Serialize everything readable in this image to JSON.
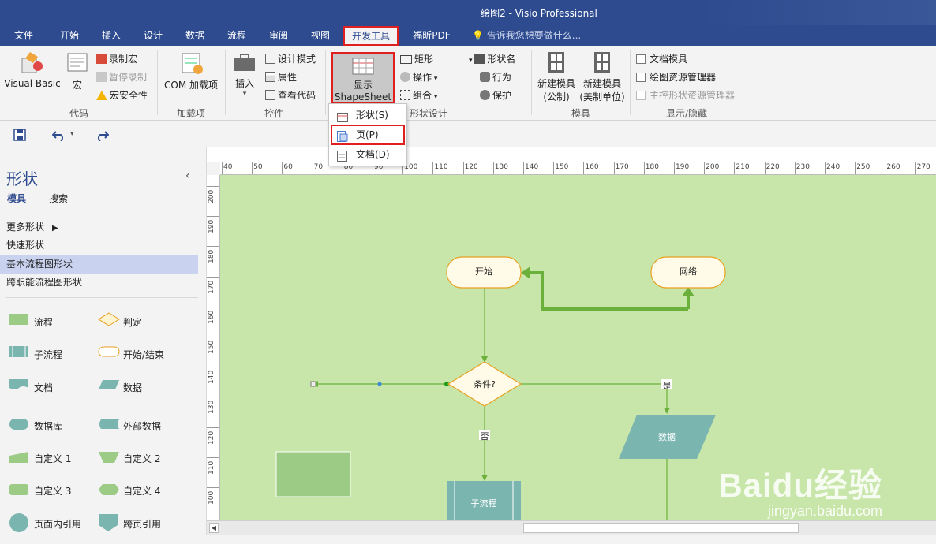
{
  "window": {
    "title": "绘图2 - Visio Professional"
  },
  "menu": {
    "tabs": [
      "文件",
      "开始",
      "插入",
      "设计",
      "数据",
      "流程",
      "审阅",
      "视图",
      "开发工具",
      "福昕PDF"
    ],
    "active_tab": "开发工具",
    "tell_me": "告诉我您想要做什么..."
  },
  "ribbon": {
    "code": {
      "label": "代码",
      "visual_basic": "Visual Basic",
      "macros": "宏",
      "record_macro": "录制宏",
      "pause_recording": "暂停录制",
      "macro_security": "宏安全性"
    },
    "addins": {
      "label": "加载项",
      "com_addins": "COM 加载项"
    },
    "controls": {
      "label": "控件",
      "insert": "插入",
      "design_mode": "设计模式",
      "properties": "属性",
      "view_code": "查看代码"
    },
    "shape_design": {
      "label": "形状设计",
      "show_shapesheet_1": "显示",
      "show_shapesheet_2": "ShapeSheet",
      "rectangle": "矩形",
      "operations": "操作",
      "group": "组合",
      "shape_name": "形状名",
      "behavior": "行为",
      "protection": "保护"
    },
    "stencil": {
      "label": "模具",
      "new_metric_1": "新建模具",
      "new_metric_2": "(公制)",
      "new_us_1": "新建模具",
      "new_us_2": "(美制单位)"
    },
    "show_hide": {
      "label": "显示/隐藏",
      "document_stencil": "文档模具",
      "drawing_explorer": "绘图资源管理器",
      "master_explorer": "主控形状资源管理器"
    }
  },
  "dropdown": {
    "items": [
      "形状(S)",
      "页(P)",
      "文档(D)"
    ]
  },
  "shapes_pane": {
    "title": "形状",
    "tabs": [
      "模具",
      "搜索"
    ],
    "categories": [
      "更多形状",
      "快速形状",
      "基本流程图形状",
      "跨职能流程图形状"
    ],
    "selected_category": "基本流程图形状",
    "items": [
      "流程",
      "判定",
      "子流程",
      "开始/结束",
      "文档",
      "数据",
      "数据库",
      "外部数据",
      "自定义 1",
      "自定义 2",
      "自定义 3",
      "自定义 4",
      "页面内引用",
      "跨页引用"
    ]
  },
  "ruler": {
    "top": [
      "40",
      "50",
      "60",
      "70",
      "80",
      "90",
      "100",
      "110",
      "120",
      "130",
      "140",
      "150",
      "160",
      "170",
      "180",
      "190",
      "200",
      "210",
      "220",
      "230",
      "240",
      "250",
      "260",
      "270"
    ],
    "left": [
      "200",
      "190",
      "180",
      "170",
      "160",
      "150",
      "140",
      "130",
      "120",
      "110",
      "100"
    ]
  },
  "diagram": {
    "start": "开始",
    "network": "网络",
    "condition": "条件?",
    "yes": "是",
    "no": "否",
    "data": "数据",
    "subprocess": "子流程"
  },
  "colors": {
    "title_bar": "#2e4b8f",
    "canvas": "#c8e6a9",
    "highlight": "#e0201f",
    "connector": "#6bb03a"
  },
  "watermark": {
    "brand": "Baidu经验",
    "url": "jingyan.baidu.com"
  }
}
